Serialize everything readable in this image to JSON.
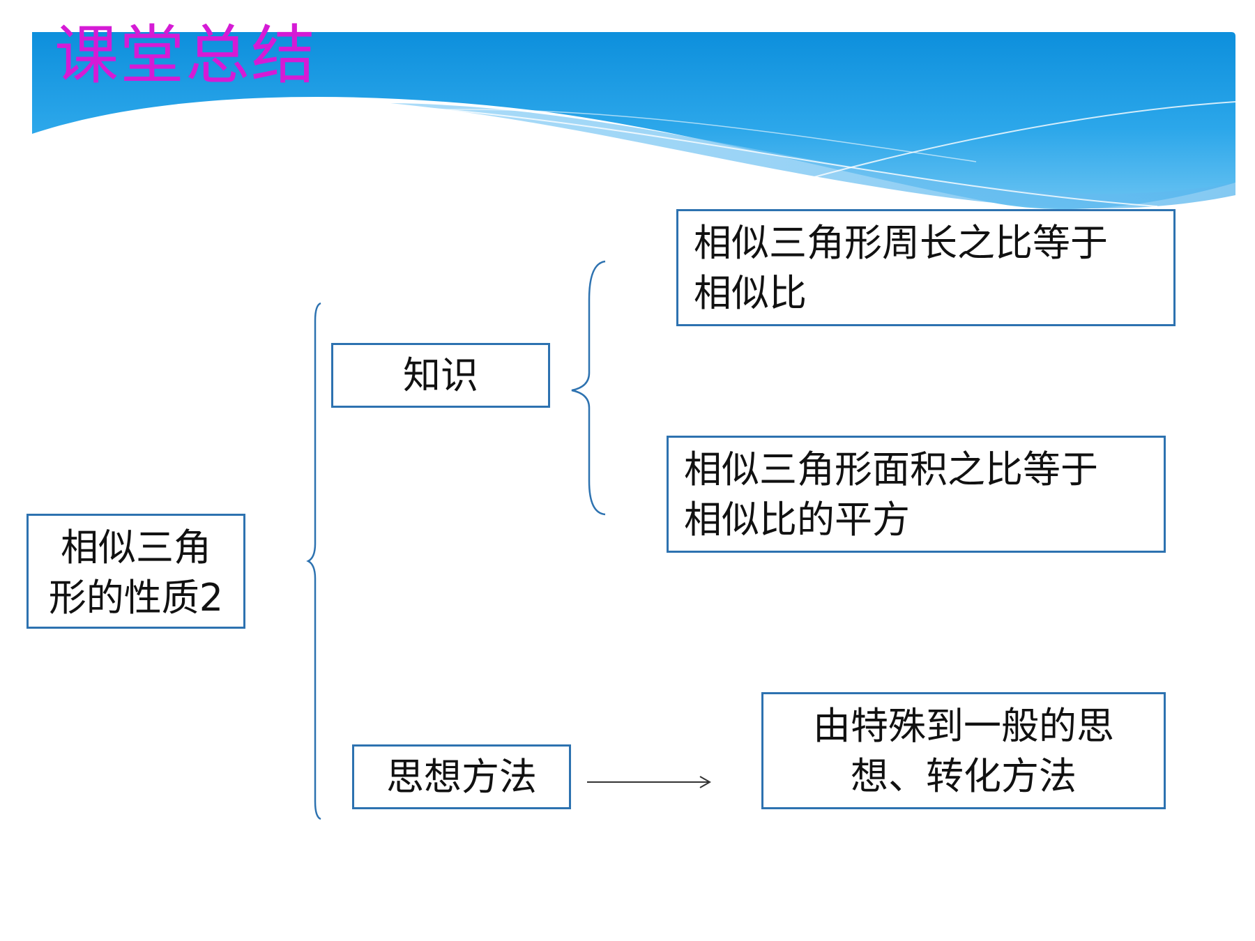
{
  "slide": {
    "title": "课堂总结"
  },
  "diagram": {
    "root": {
      "line1": "相似三角",
      "line2": "形的性质2"
    },
    "knowledge": {
      "label": "知识",
      "items": [
        {
          "line1": "相似三角形周长之比等于",
          "line2": "相似比"
        },
        {
          "line1": "相似三角形面积之比等于",
          "line2": "相似比的平方"
        }
      ]
    },
    "method": {
      "label": "思想方法",
      "result": {
        "line1": "由特殊到一般的思",
        "line2": "想、转化方法"
      }
    }
  },
  "colors": {
    "title": "#d51bd5",
    "box_border": "#2d72b0",
    "banner_blue": "#1a9ae3",
    "connector": "#2d72b0",
    "arrow": "#333333"
  }
}
